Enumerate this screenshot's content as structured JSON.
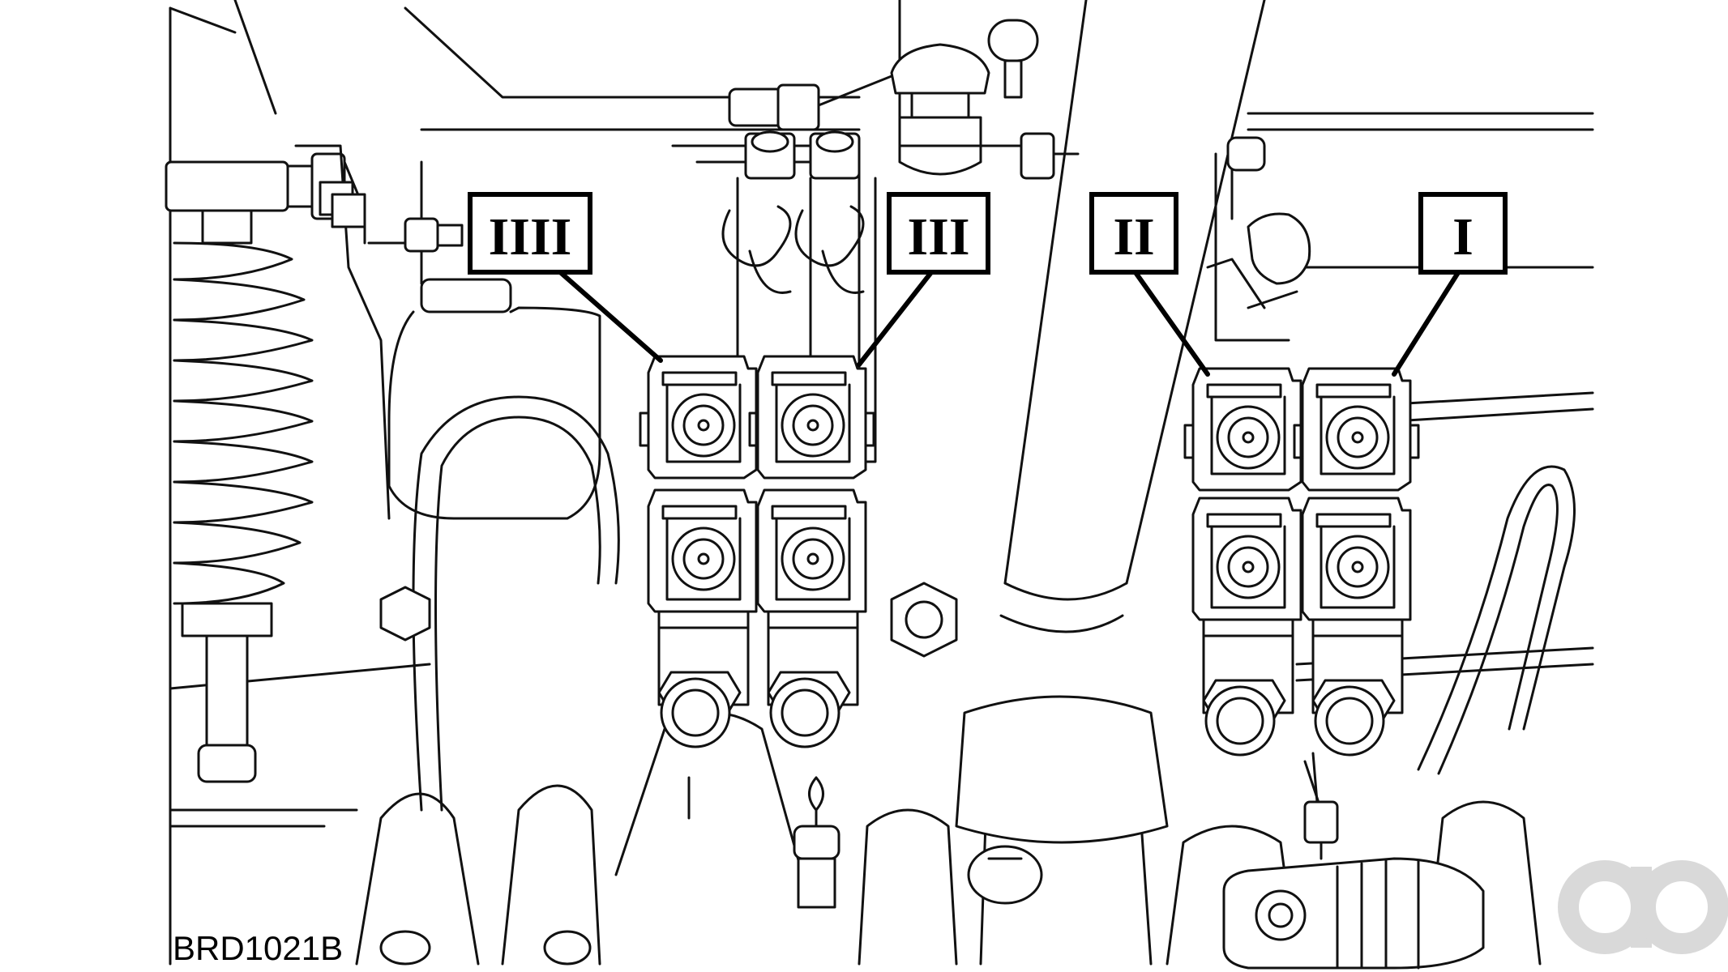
{
  "figure": {
    "reference_code": "BRD1021B",
    "callouts": [
      {
        "id": "callout-4",
        "label": "IIII"
      },
      {
        "id": "callout-3",
        "label": "III"
      },
      {
        "id": "callout-2",
        "label": "II"
      },
      {
        "id": "callout-1",
        "label": "I"
      }
    ]
  }
}
